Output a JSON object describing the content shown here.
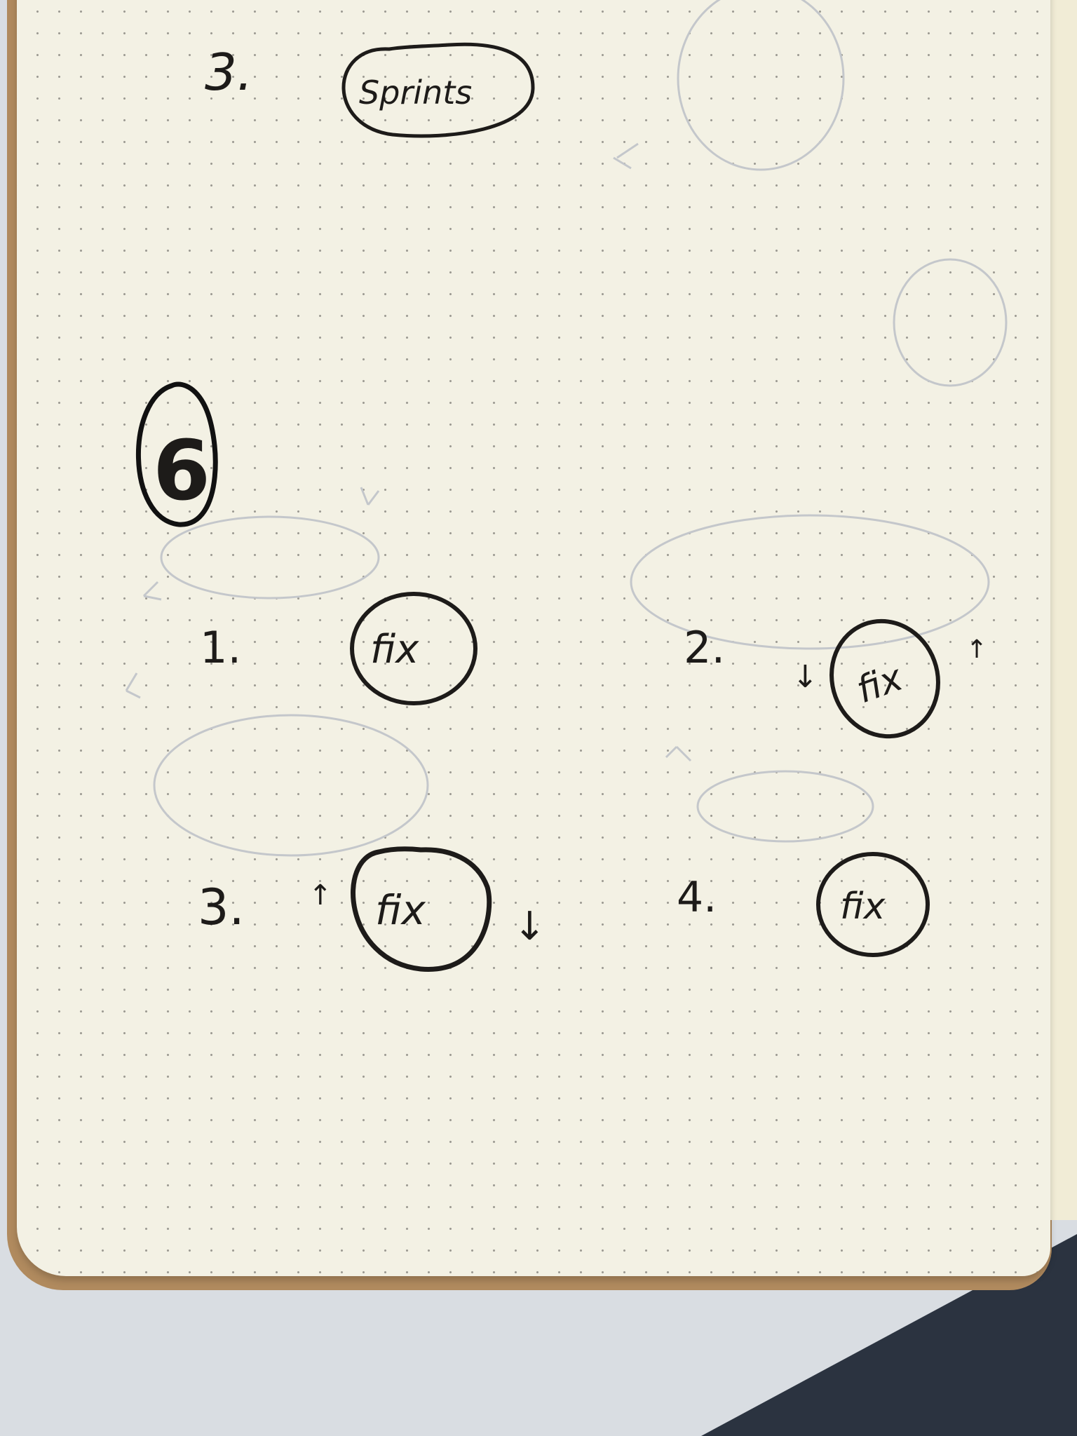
{
  "header_item": {
    "number": "3.",
    "label": "Sprints"
  },
  "section_marker": "6",
  "items": [
    {
      "number": "1.",
      "label": "fix"
    },
    {
      "number": "2.",
      "label": "fix"
    },
    {
      "number": "3.",
      "label": "fix"
    },
    {
      "number": "4.",
      "label": "fix"
    }
  ],
  "arrows": {
    "item2_left": "↓",
    "item2_right": "↑",
    "item3_left": "↑",
    "item3_right": "↓"
  },
  "colors": {
    "ink": "#1d1b19",
    "paper": "#f3f1e4",
    "cover": "#b08a5e",
    "ghost_ink": "#b9bcc0"
  }
}
